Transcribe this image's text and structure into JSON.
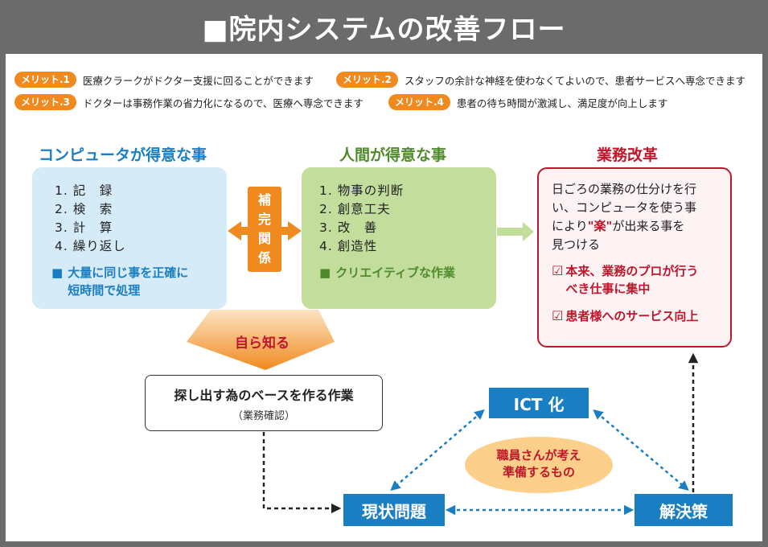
{
  "title": "■院内システムの改善フロー",
  "merits": [
    {
      "badge": "メリット.1",
      "text": "医療クラークがドクター支援に回ることができます"
    },
    {
      "badge": "メリット.2",
      "text": "スタッフの余計な神経を使わなくてよいので、患者サービスへ専念できます"
    },
    {
      "badge": "メリット.3",
      "text": "ドクターは事務作業の省力化になるので、医療へ専念できます"
    },
    {
      "badge": "メリット.4",
      "text": "患者の待ち時間が激減し、満足度が向上します"
    }
  ],
  "computer": {
    "title": "コンピュータが得意な事",
    "items": [
      "1. 記　録",
      "2. 検　索",
      "3. 計　算",
      "4. 繰り返し"
    ],
    "note_marker": "■",
    "note": [
      "大量に同じ事を正確に",
      "短時間で処理"
    ]
  },
  "complement_label": [
    "補",
    "完",
    "関",
    "係"
  ],
  "human": {
    "title": "人間が得意な事",
    "items": [
      "1. 物事の判断",
      "2. 創意工夫",
      "3. 改　善",
      "4. 創造性"
    ],
    "note_marker": "■",
    "note": "クリエイティブな作業"
  },
  "reform": {
    "title": "業務改革",
    "body": [
      "日ごろの業務の仕分けを行",
      "い、コンピュータを使う事",
      "により",
      "\"楽\"",
      "が出来る事を",
      "見つける"
    ],
    "checks": [
      [
        "本来、業務のプロが行う",
        "べき仕事に集中"
      ],
      [
        "患者様へのサービス向上"
      ]
    ]
  },
  "self_know": "自ら知る",
  "base_box": {
    "title": "探し出す為のベースを作る作業",
    "sub": "（業務確認）"
  },
  "cycle": {
    "ict": "ICT 化",
    "current": "現状問題",
    "solution": "解決策",
    "center": [
      "職員さんが考え",
      "準備するもの"
    ]
  },
  "colors": {
    "orange": "#f08a1e",
    "blue_text": "#1a7ec2",
    "green_text": "#4f8a2b",
    "red_text": "#c0162a",
    "blue_box": "#d6ebf8",
    "green_box": "#c2dd9c",
    "node_blue": "#1a7ec2",
    "center_ellipse": "#fcd08a"
  }
}
